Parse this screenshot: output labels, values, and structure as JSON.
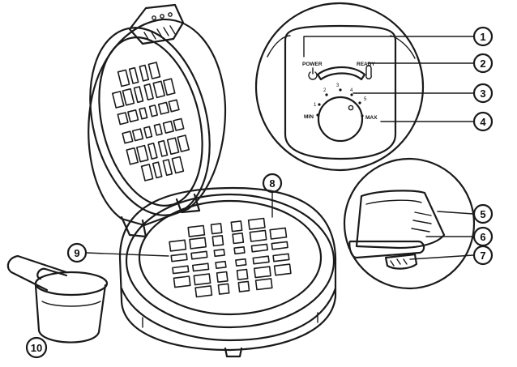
{
  "control_panel": {
    "power_label": "POWER",
    "ready_label": "READY",
    "min_label": "MIN",
    "max_label": "MAX",
    "dial_ticks": [
      "1",
      "2",
      "3",
      "4",
      "5"
    ]
  },
  "callouts": [
    "1",
    "2",
    "3",
    "4",
    "5",
    "6",
    "7",
    "8",
    "9",
    "10"
  ],
  "icons": {
    "power": "power-icon",
    "ready": "thermometer-icon"
  }
}
